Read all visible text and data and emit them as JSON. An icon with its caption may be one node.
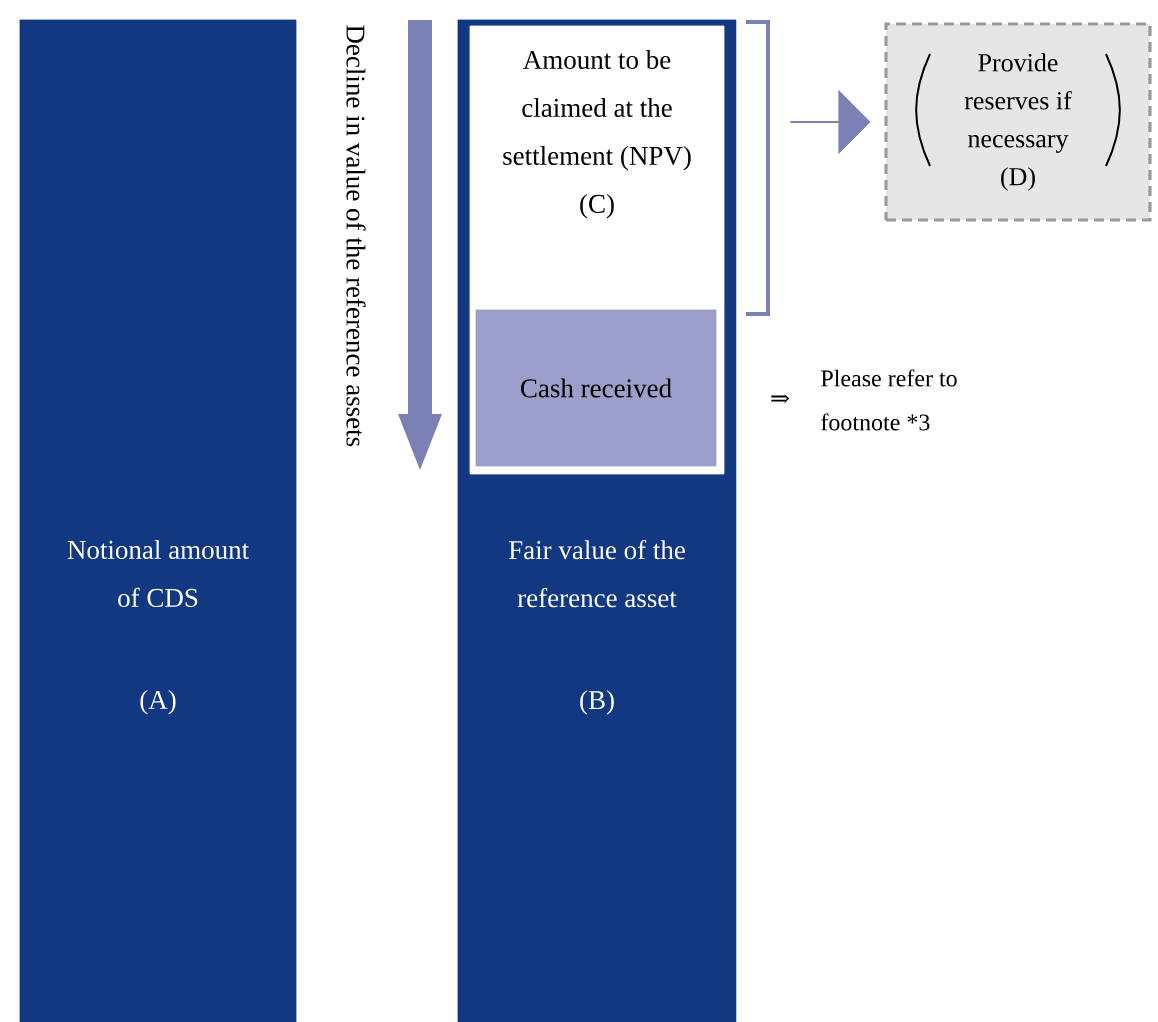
{
  "diagram": {
    "nodes": [
      {
        "text": [
          "Notional amount of CDS",
          "(A)"
        ]
      },
      {
        "text": [
          "Fair value of the reference asset",
          "(B)"
        ]
      },
      {
        "text": [
          "Amount to be claimed at the settlement (NPV)",
          "(C)"
        ],
        "in": 1
      },
      {
        "text": [
          "Cash received"
        ],
        "in": 2
      },
      {
        "text": [
          "Provide reserves if necessary",
          "(D)"
        ]
      }
    ],
    "edges": [
      {
        "from": 2,
        "to": 4,
        "arrow": "to"
      }
    ],
    "labels": [
      "Decline in value of the reference assets",
      "⇒",
      "Please refer to footnote *3"
    ]
  }
}
